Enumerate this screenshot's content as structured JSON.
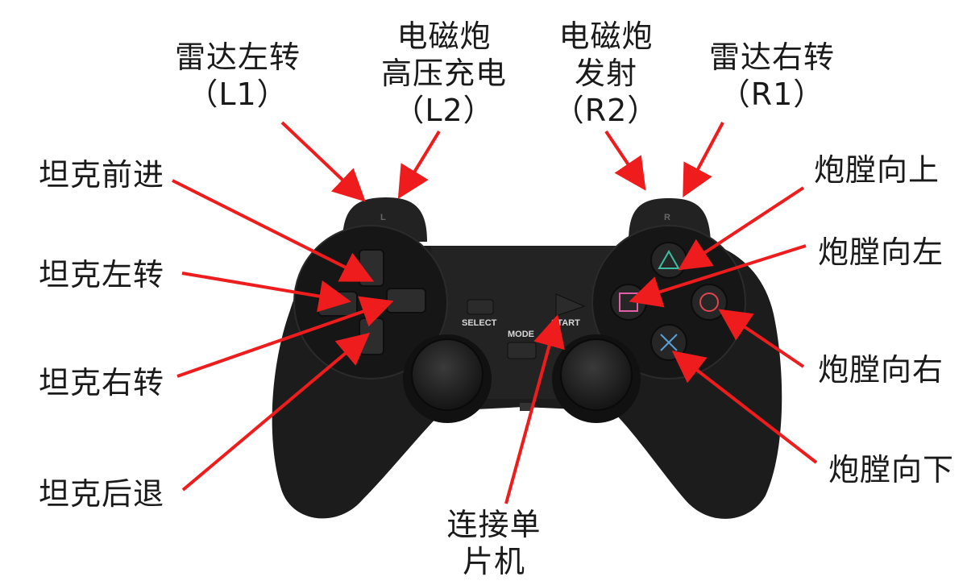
{
  "colors": {
    "arrow": "#ee1c1c",
    "controller_body": "#1b1b1b",
    "controller_highlight": "#3a3a3a",
    "triangle": "#3bbfa3",
    "square": "#e15fa8",
    "circle": "#e0454f",
    "cross": "#5aa0d8"
  },
  "controller": {
    "left_shoulder_mark": "L",
    "right_shoulder_mark": "R",
    "select_label": "SELECT",
    "mode_label": "MODE",
    "start_label": "START"
  },
  "labels": {
    "l1": [
      "雷达左转",
      "（L1）"
    ],
    "l2": [
      "电磁炮",
      "高压充电",
      "（L2）"
    ],
    "r2": [
      "电磁炮",
      "发射",
      "（R2）"
    ],
    "r1": [
      "雷达右转",
      "（R1）"
    ],
    "dpad_up": "坦克前进",
    "dpad_left": "坦克左转",
    "dpad_right": "坦克右转",
    "dpad_down": "坦克后退",
    "triangle": "炮膛向上",
    "square": "炮膛向左",
    "circle": "炮膛向右",
    "cross": "炮膛向下",
    "connect": [
      "连接单",
      "片机"
    ]
  }
}
